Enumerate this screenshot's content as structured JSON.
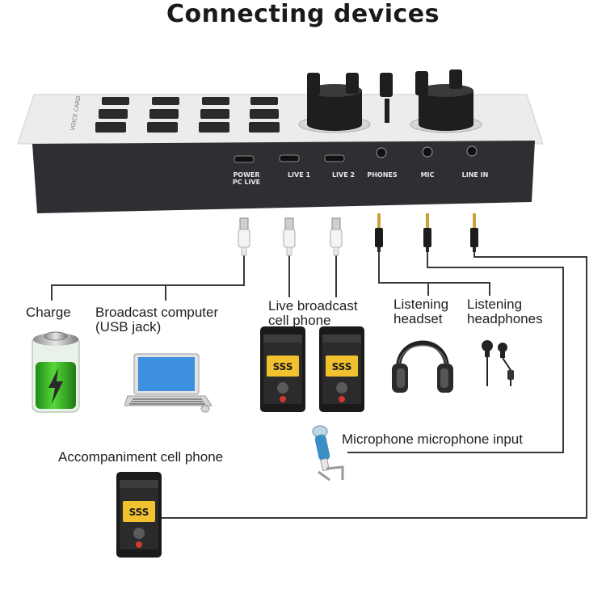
{
  "title": "Connecting devices",
  "device": {
    "ports": [
      {
        "id": "power",
        "label": "POWER\nPC LIVE"
      },
      {
        "id": "live1",
        "label": "LIVE 1"
      },
      {
        "id": "live2",
        "label": "LIVE 2"
      },
      {
        "id": "phones",
        "label": "PHONES"
      },
      {
        "id": "mic",
        "label": "MIC"
      },
      {
        "id": "linein",
        "label": "LINE IN"
      }
    ]
  },
  "labels": {
    "charge": "Charge",
    "broadcast_computer": "Broadcast computer\n(USB jack)",
    "live_phone": "Live broadcast\ncell phone",
    "headset": "Listening\nheadset",
    "headphones": "Listening\nheadphones",
    "microphone": "Microphone microphone input",
    "accompaniment": "Accompaniment cell phone"
  },
  "phone_screen_text": "SSS",
  "colors": {
    "device_body": "#2e2e33",
    "device_top": "#e9e9e9",
    "battery_green": "#3fbf2a",
    "phone_screen_yellow": "#f2c12e",
    "laptop_screen": "#3d8fe0",
    "wire": "#333333"
  }
}
